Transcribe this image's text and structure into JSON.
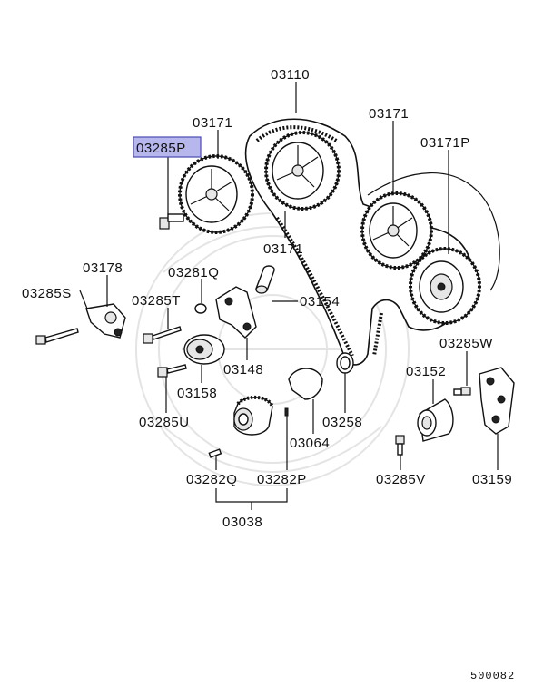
{
  "labels": {
    "belt": "03110",
    "sprocket_left": "03171",
    "bolt_highlighted": "03285P",
    "sprocket_center": "03171",
    "sprocket_right_top": "03171",
    "sprocket_right_bottom": "03171P",
    "tensioner_arm": "03178",
    "bolt_s": "03285S",
    "washer_q": "03281Q",
    "bolt_t": "03285T",
    "pin": "03154",
    "bracket": "03148",
    "tensioner_pulley": "03158",
    "bolt_u": "03285U",
    "plate": "03064",
    "seal": "03258",
    "bolt_w": "03285W",
    "idler_pulley": "03152",
    "bracket_right": "03159",
    "bolt_v": "03285V",
    "key_q": "03282Q",
    "key_p": "03282P",
    "crank_sprocket": "03038"
  },
  "diagram_code": "500082",
  "colors": {
    "highlight_fill": "#b7b7ee",
    "highlight_stroke": "#4a4ab0",
    "line": "#111111"
  }
}
